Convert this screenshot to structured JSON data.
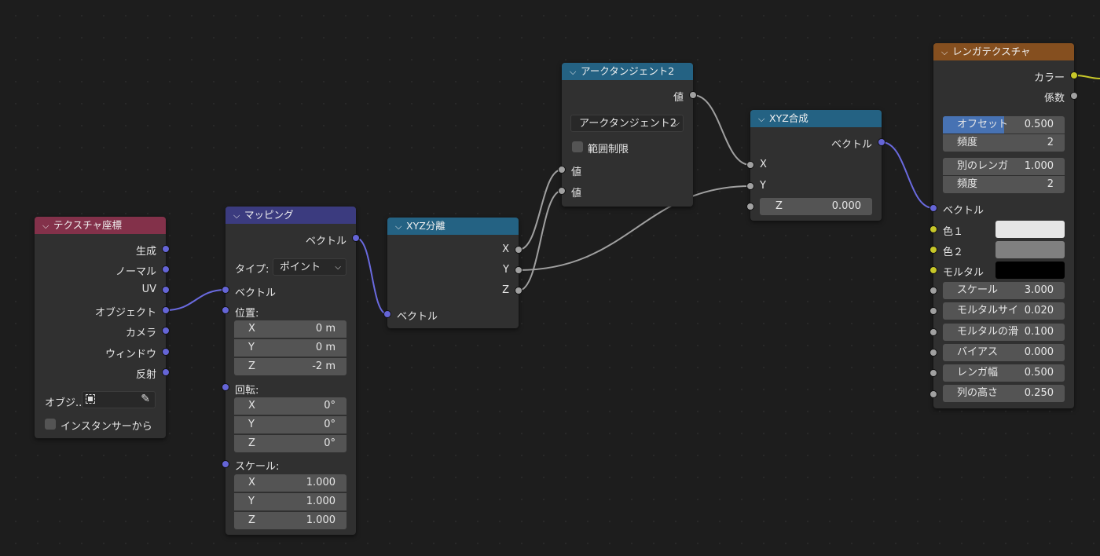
{
  "colors": {
    "input_header": "#83314a",
    "vector_header": "#3b3b7f",
    "converter_header": "#246283",
    "texture_header": "#854f1f",
    "socket_vector": "#6565d6",
    "socket_value": "#a1a1a1",
    "socket_color": "#c7c729",
    "wire_vector": "#6a6adf",
    "wire_value": "#a0a0a0",
    "wire_color": "#c7c729",
    "field_active": "#4772b3"
  },
  "texcoord": {
    "title": "テクスチャ座標",
    "outputs": [
      "生成",
      "ノーマル",
      "UV",
      "オブジェクト",
      "カメラ",
      "ウィンドウ",
      "反射"
    ],
    "object_label": "オブジ..",
    "from_instancer": "インスタンサーから"
  },
  "mapping": {
    "title": "マッピング",
    "output": "ベクトル",
    "type_label": "タイプ:",
    "type_value": "ポイント",
    "input_vector": "ベクトル",
    "location_label": "位置:",
    "location": [
      {
        "axis": "X",
        "value": "0 m"
      },
      {
        "axis": "Y",
        "value": "0 m"
      },
      {
        "axis": "Z",
        "value": "-2 m"
      }
    ],
    "rotation_label": "回転:",
    "rotation": [
      {
        "axis": "X",
        "value": "0°"
      },
      {
        "axis": "Y",
        "value": "0°"
      },
      {
        "axis": "Z",
        "value": "0°"
      }
    ],
    "scale_label": "スケール:",
    "scale": [
      {
        "axis": "X",
        "value": "1.000"
      },
      {
        "axis": "Y",
        "value": "1.000"
      },
      {
        "axis": "Z",
        "value": "1.000"
      }
    ]
  },
  "separate": {
    "title": "XYZ分離",
    "outputs": [
      "X",
      "Y",
      "Z"
    ],
    "input": "ベクトル"
  },
  "atan2": {
    "title": "アークタンジェント2",
    "output": "値",
    "operation": "アークタンジェント2",
    "clamp": "範囲制限",
    "inputs": [
      "値",
      "値"
    ]
  },
  "combine": {
    "title": "XYZ合成",
    "output": "ベクトル",
    "inputs": [
      "X",
      "Y"
    ],
    "z_label": "Z",
    "z_value": "0.000"
  },
  "brick": {
    "title": "レンガテクスチャ",
    "outputs": [
      "カラー",
      "係数"
    ],
    "offset_label": "オフセット",
    "offset_value": "0.500",
    "offset_fraction": 0.5,
    "offset_freq_label": "頻度",
    "offset_freq_value": "2",
    "squash_label": "別のレンガ",
    "squash_value": "1.000",
    "squash_freq_label": "頻度",
    "squash_freq_value": "2",
    "vector_label": "ベクトル",
    "color1_label": "色１",
    "color1": "#e6e6e6",
    "color2_label": "色２",
    "color2": "#808080",
    "mortar_label": "モルタル",
    "mortar_color": "#000000",
    "params": [
      {
        "label": "スケール",
        "value": "3.000"
      },
      {
        "label": "モルタルサイ",
        "value": "0.020"
      },
      {
        "label": "モルタルの滑",
        "value": "0.100"
      },
      {
        "label": "バイアス",
        "value": "0.000"
      },
      {
        "label": "レンガ幅",
        "value": "0.500"
      },
      {
        "label": "列の高さ",
        "value": "0.250"
      }
    ]
  }
}
